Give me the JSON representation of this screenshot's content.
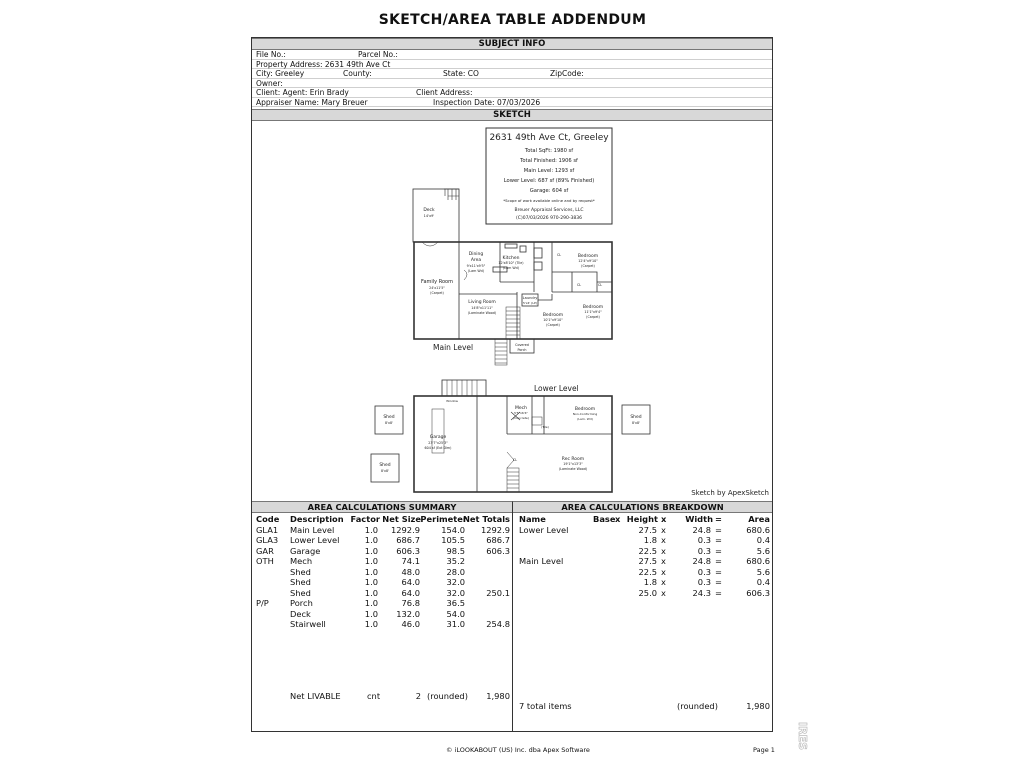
{
  "title": "SKETCH/AREA TABLE ADDENDUM",
  "subject_info": {
    "header": "SUBJECT INFO",
    "file_no": "File No.:",
    "parcel_no": "Parcel No.:",
    "property_address": "Property Address: 2631 49th Ave Ct",
    "city": "City: Greeley",
    "county": "County:",
    "state": "State: CO",
    "zipcode": "ZipCode:",
    "owner": "Owner:",
    "client": "Client: Agent: Erin Brady",
    "client_address": "Client Address:",
    "appraiser": "Appraiser Name: Mary Breuer",
    "inspection_date": "Inspection Date: 07/03/2026"
  },
  "sketch": {
    "header": "SKETCH",
    "info_title": "2631 49th Ave Ct, Greeley",
    "info_lines": [
      "Total SqFt: 1980 sf",
      "Total Finished: 1906 sf",
      "Main Level: 1293 sf",
      "Lower Level: 687 sf (89% Finished)",
      "Garage: 604 sf"
    ],
    "info_note": "*Scope of work available online and by request*",
    "info_company": "Breuer Appraisal Services, LLC",
    "info_contact": "(C)07/03/2026   970-290-3836",
    "main_level_label": "Main Level",
    "lower_level_label": "Lower Level",
    "credit": "Sketch by ApexSketch",
    "rooms": {
      "deck": "Deck",
      "deck_size": "14'x9'",
      "dining": "Dining",
      "dining2": "Area",
      "dining_size": "9'x11'x9'5\"",
      "dining_floor": "(Lam Wd)",
      "kitchen": "Kitchen",
      "kitchen_size": "12'x8'10\" (Tile)",
      "kitchen_floor": "(Lam Wd)",
      "family": "Family Room",
      "family_size": "24'x11'5\"",
      "family_floor": "(Carpet)",
      "living": "Living Room",
      "living_size": "14'8\"x11'11\"",
      "living_floor": "(Laminate Wood)",
      "laundry": "Laundry",
      "laundry_size": "5'x4' (LP)",
      "bed1": "Bedroom",
      "bed1_size": "12'4\"x9'10\"",
      "bed1_floor": "(Carpet)",
      "bed2": "Bedroom",
      "bed2_size": "11'1\"x9'4\"",
      "bed2_floor": "(Carpet)",
      "bed3": "Bedroom",
      "bed3_size": "10'1\"x9'10\"",
      "bed3_floor": "(Carpet)",
      "porch": "Covered",
      "porch2": "Porch",
      "cl": "CL",
      "shed": "Shed",
      "shed_size": "8'x8'",
      "garage": "Garage",
      "garage_size": "23'7\"x25'3\"",
      "garage_note": "604 sf (Ext Dim)",
      "mech": "Mech",
      "mech_size": "5'5\"x6'4\"",
      "mech_floor": "(Concrete)",
      "lower_bed": "Bedroom",
      "lower_bed_note": "Non-Conforming",
      "lower_bed_floor": "(Lam. Wd)",
      "rec": "Rec Room",
      "rec_size": "19'1\"x13'3\"",
      "rec_floor": "(Laminate Wood)",
      "window": "Window",
      "tile": "(Tile)"
    }
  },
  "summary": {
    "header": "AREA CALCULATIONS SUMMARY",
    "columns": [
      "Code",
      "Description",
      "Factor",
      "Net Size",
      "Perimeter",
      "Net Totals"
    ],
    "rows": [
      [
        "GLA1",
        "Main Level",
        "1.0",
        "1292.9",
        "154.0",
        "1292.9"
      ],
      [
        "GLA3",
        "Lower Level",
        "1.0",
        "686.7",
        "105.5",
        "686.7"
      ],
      [
        "GAR",
        "Garage",
        "1.0",
        "606.3",
        "98.5",
        "606.3"
      ],
      [
        "OTH",
        "Mech",
        "1.0",
        "74.1",
        "35.2",
        ""
      ],
      [
        "",
        "Shed",
        "1.0",
        "48.0",
        "28.0",
        ""
      ],
      [
        "",
        "Shed",
        "1.0",
        "64.0",
        "32.0",
        ""
      ],
      [
        "",
        "Shed",
        "1.0",
        "64.0",
        "32.0",
        "250.1"
      ],
      [
        "P/P",
        "Porch",
        "1.0",
        "76.8",
        "36.5",
        ""
      ],
      [
        "",
        "Deck",
        "1.0",
        "132.0",
        "54.0",
        ""
      ],
      [
        "",
        "Stairwell",
        "1.0",
        "46.0",
        "31.0",
        "254.8"
      ]
    ],
    "total_label": "Net LIVABLE",
    "total_cnt": "cnt",
    "total_count": "2",
    "total_rounded": "(rounded)",
    "total_value": "1,980"
  },
  "breakdown": {
    "header": "AREA CALCULATIONS BREAKDOWN",
    "columns": [
      "Name",
      "Base",
      "x",
      "Height",
      "x",
      "Width",
      "=",
      "Area"
    ],
    "rows": [
      [
        "Lower Level",
        "",
        "27.5",
        "x",
        "24.8",
        "=",
        "680.6"
      ],
      [
        "",
        "",
        "1.8",
        "x",
        "0.3",
        "=",
        "0.4"
      ],
      [
        "",
        "",
        "22.5",
        "x",
        "0.3",
        "=",
        "5.6"
      ],
      [
        "Main Level",
        "",
        "27.5",
        "x",
        "24.8",
        "=",
        "680.6"
      ],
      [
        "",
        "",
        "22.5",
        "x",
        "0.3",
        "=",
        "5.6"
      ],
      [
        "",
        "",
        "1.8",
        "x",
        "0.3",
        "=",
        "0.4"
      ],
      [
        "",
        "",
        "25.0",
        "x",
        "24.3",
        "=",
        "606.3"
      ]
    ],
    "total_items": "7 total items",
    "total_rounded": "(rounded)",
    "total_value": "1,980"
  },
  "footer": {
    "copyright": "© iLOOKABOUT (US) Inc. dba Apex Software",
    "page": "Page 1"
  },
  "watermark": "IRES"
}
